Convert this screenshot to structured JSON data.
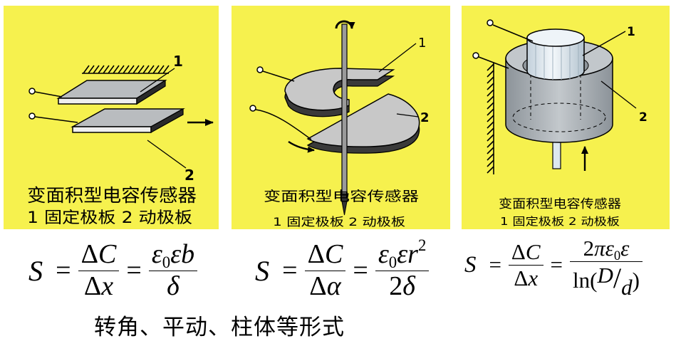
{
  "colors": {
    "panel_background": "#F6F14E",
    "ink": "#000000"
  },
  "panels": [
    {
      "label_1": "1",
      "label_2": "2",
      "caption": "变面积型电容传感器",
      "legend": "1 固定极板 2 动极板"
    },
    {
      "label_1": "1",
      "label_2": "2",
      "caption": "变面积型电容传感器",
      "legend": "1 固定极板 2 动极板"
    },
    {
      "label_1": "1",
      "label_2": "2",
      "caption": "变面积型电容传感器",
      "legend": "1 固定极板 2 动极板"
    }
  ],
  "formulas": [
    {
      "lhs": "S",
      "equals": "=",
      "ratio": {
        "num_delta": "Δ",
        "num_var": "C",
        "den_delta": "Δ",
        "den_var": "x"
      },
      "result": {
        "num_eps": "ε",
        "num_sub": "0",
        "num_rest": "εb",
        "den_var": "δ"
      }
    },
    {
      "lhs": "S",
      "equals": "=",
      "ratio": {
        "num_delta": "Δ",
        "num_var": "C",
        "den_delta": "Δ",
        "den_var": "α"
      },
      "result": {
        "num_eps": "ε",
        "num_sub": "0",
        "num_rest": "εr",
        "num_sup": "2",
        "den_coef": "2",
        "den_var": "δ"
      }
    },
    {
      "lhs": "S",
      "equals": "=",
      "ratio": {
        "num_delta": "Δ",
        "num_var": "C",
        "den_delta": "Δ",
        "den_var": "x"
      },
      "result": {
        "num_coef": "2",
        "num_pi": "π",
        "num_eps": "ε",
        "num_sub": "0",
        "num_rest": "ε",
        "den_fn": "ln(",
        "den_D": "D",
        "den_slash": "/",
        "den_d": "d",
        "den_close": ")"
      }
    }
  ],
  "footer": "转角、平动、柱体等形式"
}
